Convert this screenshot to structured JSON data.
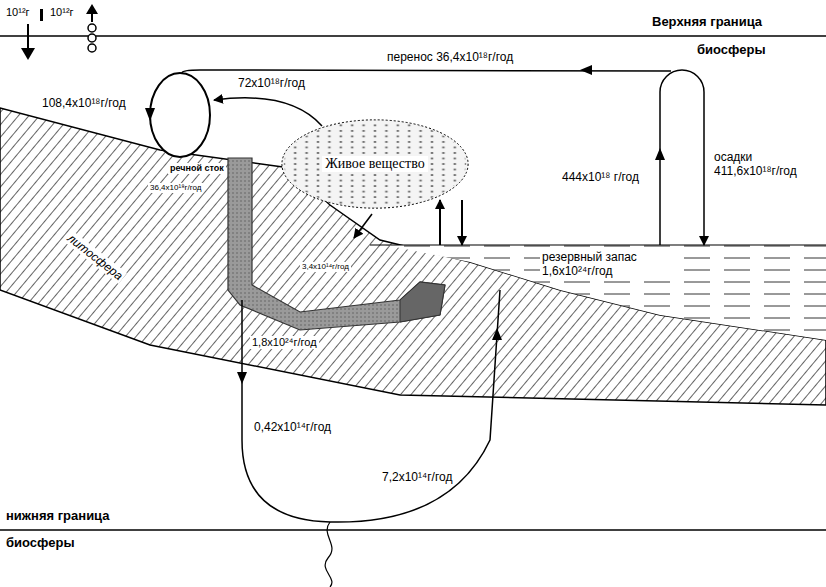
{
  "diagram": {
    "nodes": [
      {
        "text": [
          "Живое вещество"
        ]
      }
    ],
    "labels": [
      "10¹²г",
      "10¹²г",
      "Верхняя граница",
      "биосферы",
      "перенос 36,4x10¹⁸г/год",
      "72x10¹⁸г/год",
      "108,4x10¹⁸г/год",
      "444x10¹⁸ г/год",
      "осадки 411,6x10¹⁸г/год",
      "речной сток",
      "36,4x10¹⁸г/год",
      "3,4x10¹⁴г/год",
      "резервный запас 1,6x10²⁴г/год",
      "литосфера",
      "1,8x10²⁴г/год",
      "0,42x10¹⁴г/год",
      "7,2x10¹⁴г/год",
      "нижняя граница",
      "биосферы"
    ]
  }
}
